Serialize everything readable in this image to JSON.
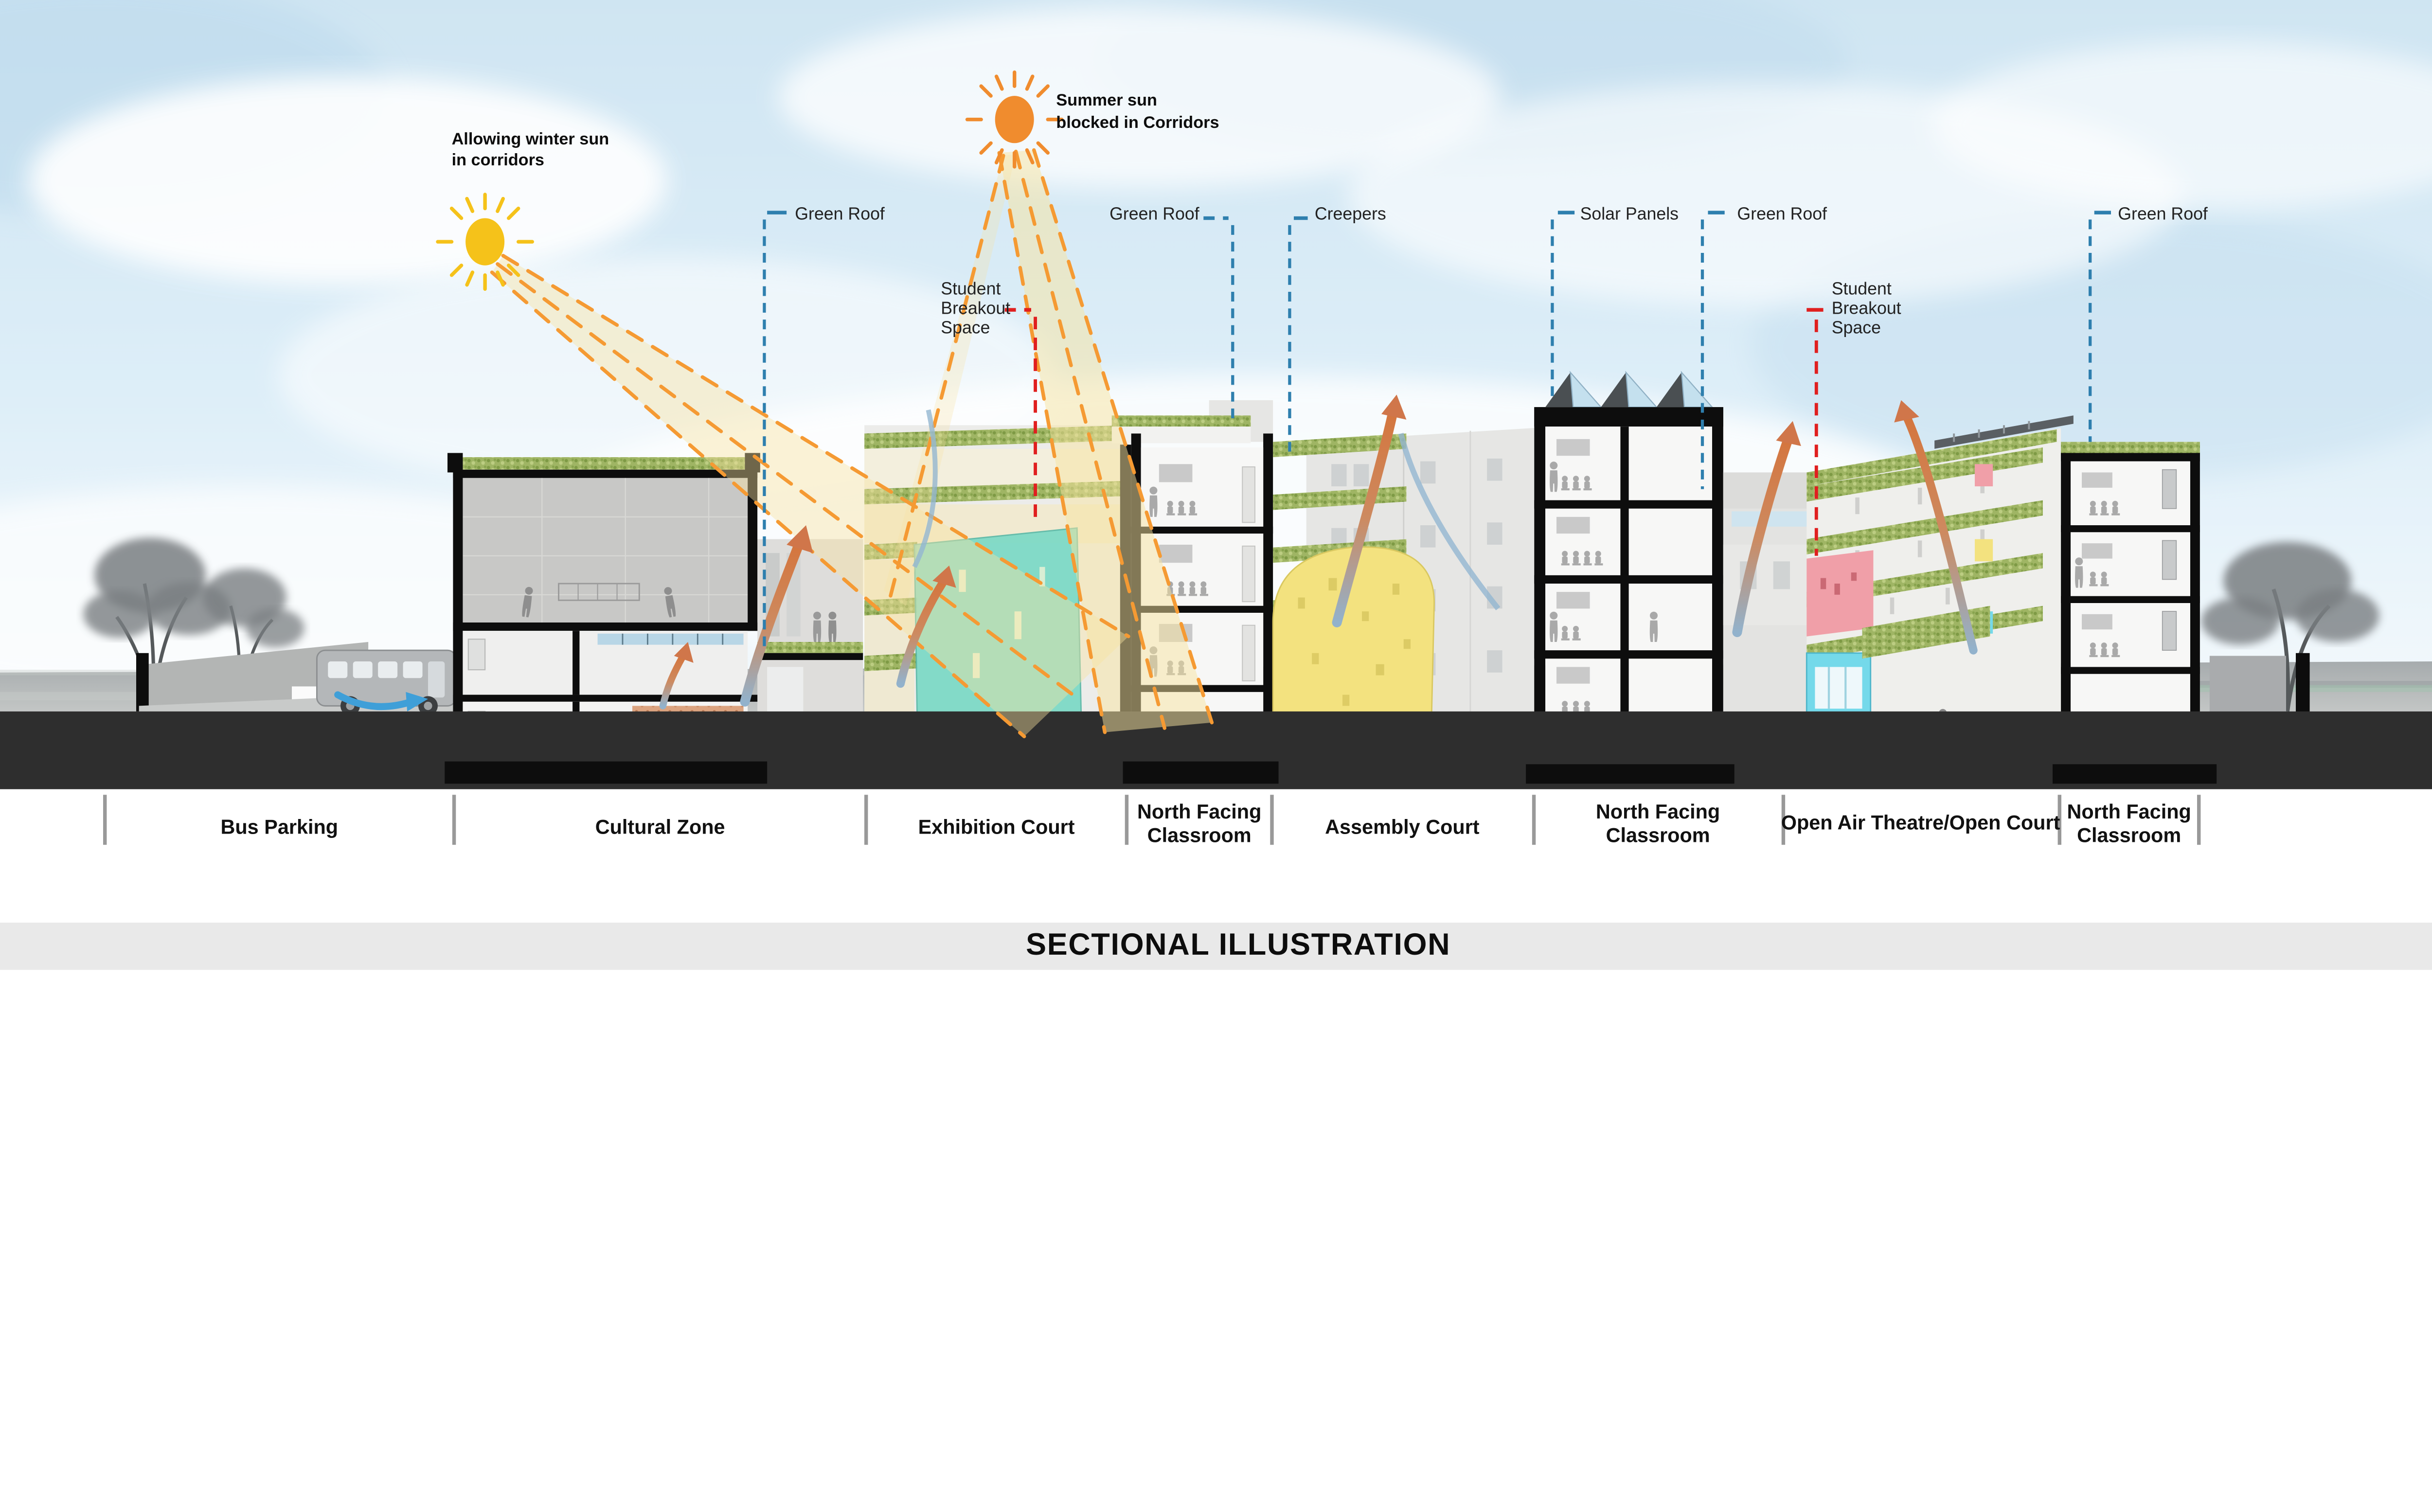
{
  "title_band": {
    "title": "SECTIONAL ILLUSTRATION"
  },
  "annotations": {
    "winter_sun": {
      "line1": "Allowing winter sun",
      "line2": "in corridors"
    },
    "summer_sun": {
      "line1": "Summer sun",
      "line2": "blocked in Corridors"
    },
    "green_roof_1": {
      "label": "Green Roof"
    },
    "green_roof_2": {
      "label": "Green Roof"
    },
    "creepers": {
      "label": "Creepers"
    },
    "solar_panels": {
      "label": "Solar Panels"
    },
    "green_roof_3": {
      "label": "Green Roof"
    },
    "green_roof_4": {
      "label": "Green Roof"
    },
    "student_breakout_left": {
      "line1": "Student",
      "line2": "Breakout",
      "line3": "Space"
    },
    "student_breakout_right": {
      "line1": "Student",
      "line2": "Breakout",
      "line3": "Space"
    }
  },
  "zones": [
    {
      "label": "Bus Parking"
    },
    {
      "label": "Cultural Zone"
    },
    {
      "label": "Exhibition Court"
    },
    {
      "line1": "North Facing",
      "line2": "Classroom"
    },
    {
      "label": "Assembly Court"
    },
    {
      "line1": "North Facing",
      "line2": "Classroom"
    },
    {
      "label": "Open Air Theatre/Open Court"
    },
    {
      "line1": "North Facing",
      "line2": "Classroom"
    }
  ],
  "colors": {
    "leader_blue": "#2E7FAE",
    "leader_red": "#E01F1F",
    "sun_yellow": "#F5C21A",
    "sun_orange": "#F08C2E",
    "beam_fill": "#F7E3A0",
    "beam_dash": "#F59A33",
    "teal_box": "#7CD9C6",
    "cyan_room": "#74D9EA",
    "pink_block": "#F09FA8",
    "yellow_pavilion": "#F3E27F",
    "creeper_green": "#9FB564",
    "ground_band": "#2E2E2E",
    "title_band_bg": "#E9E9E9"
  }
}
